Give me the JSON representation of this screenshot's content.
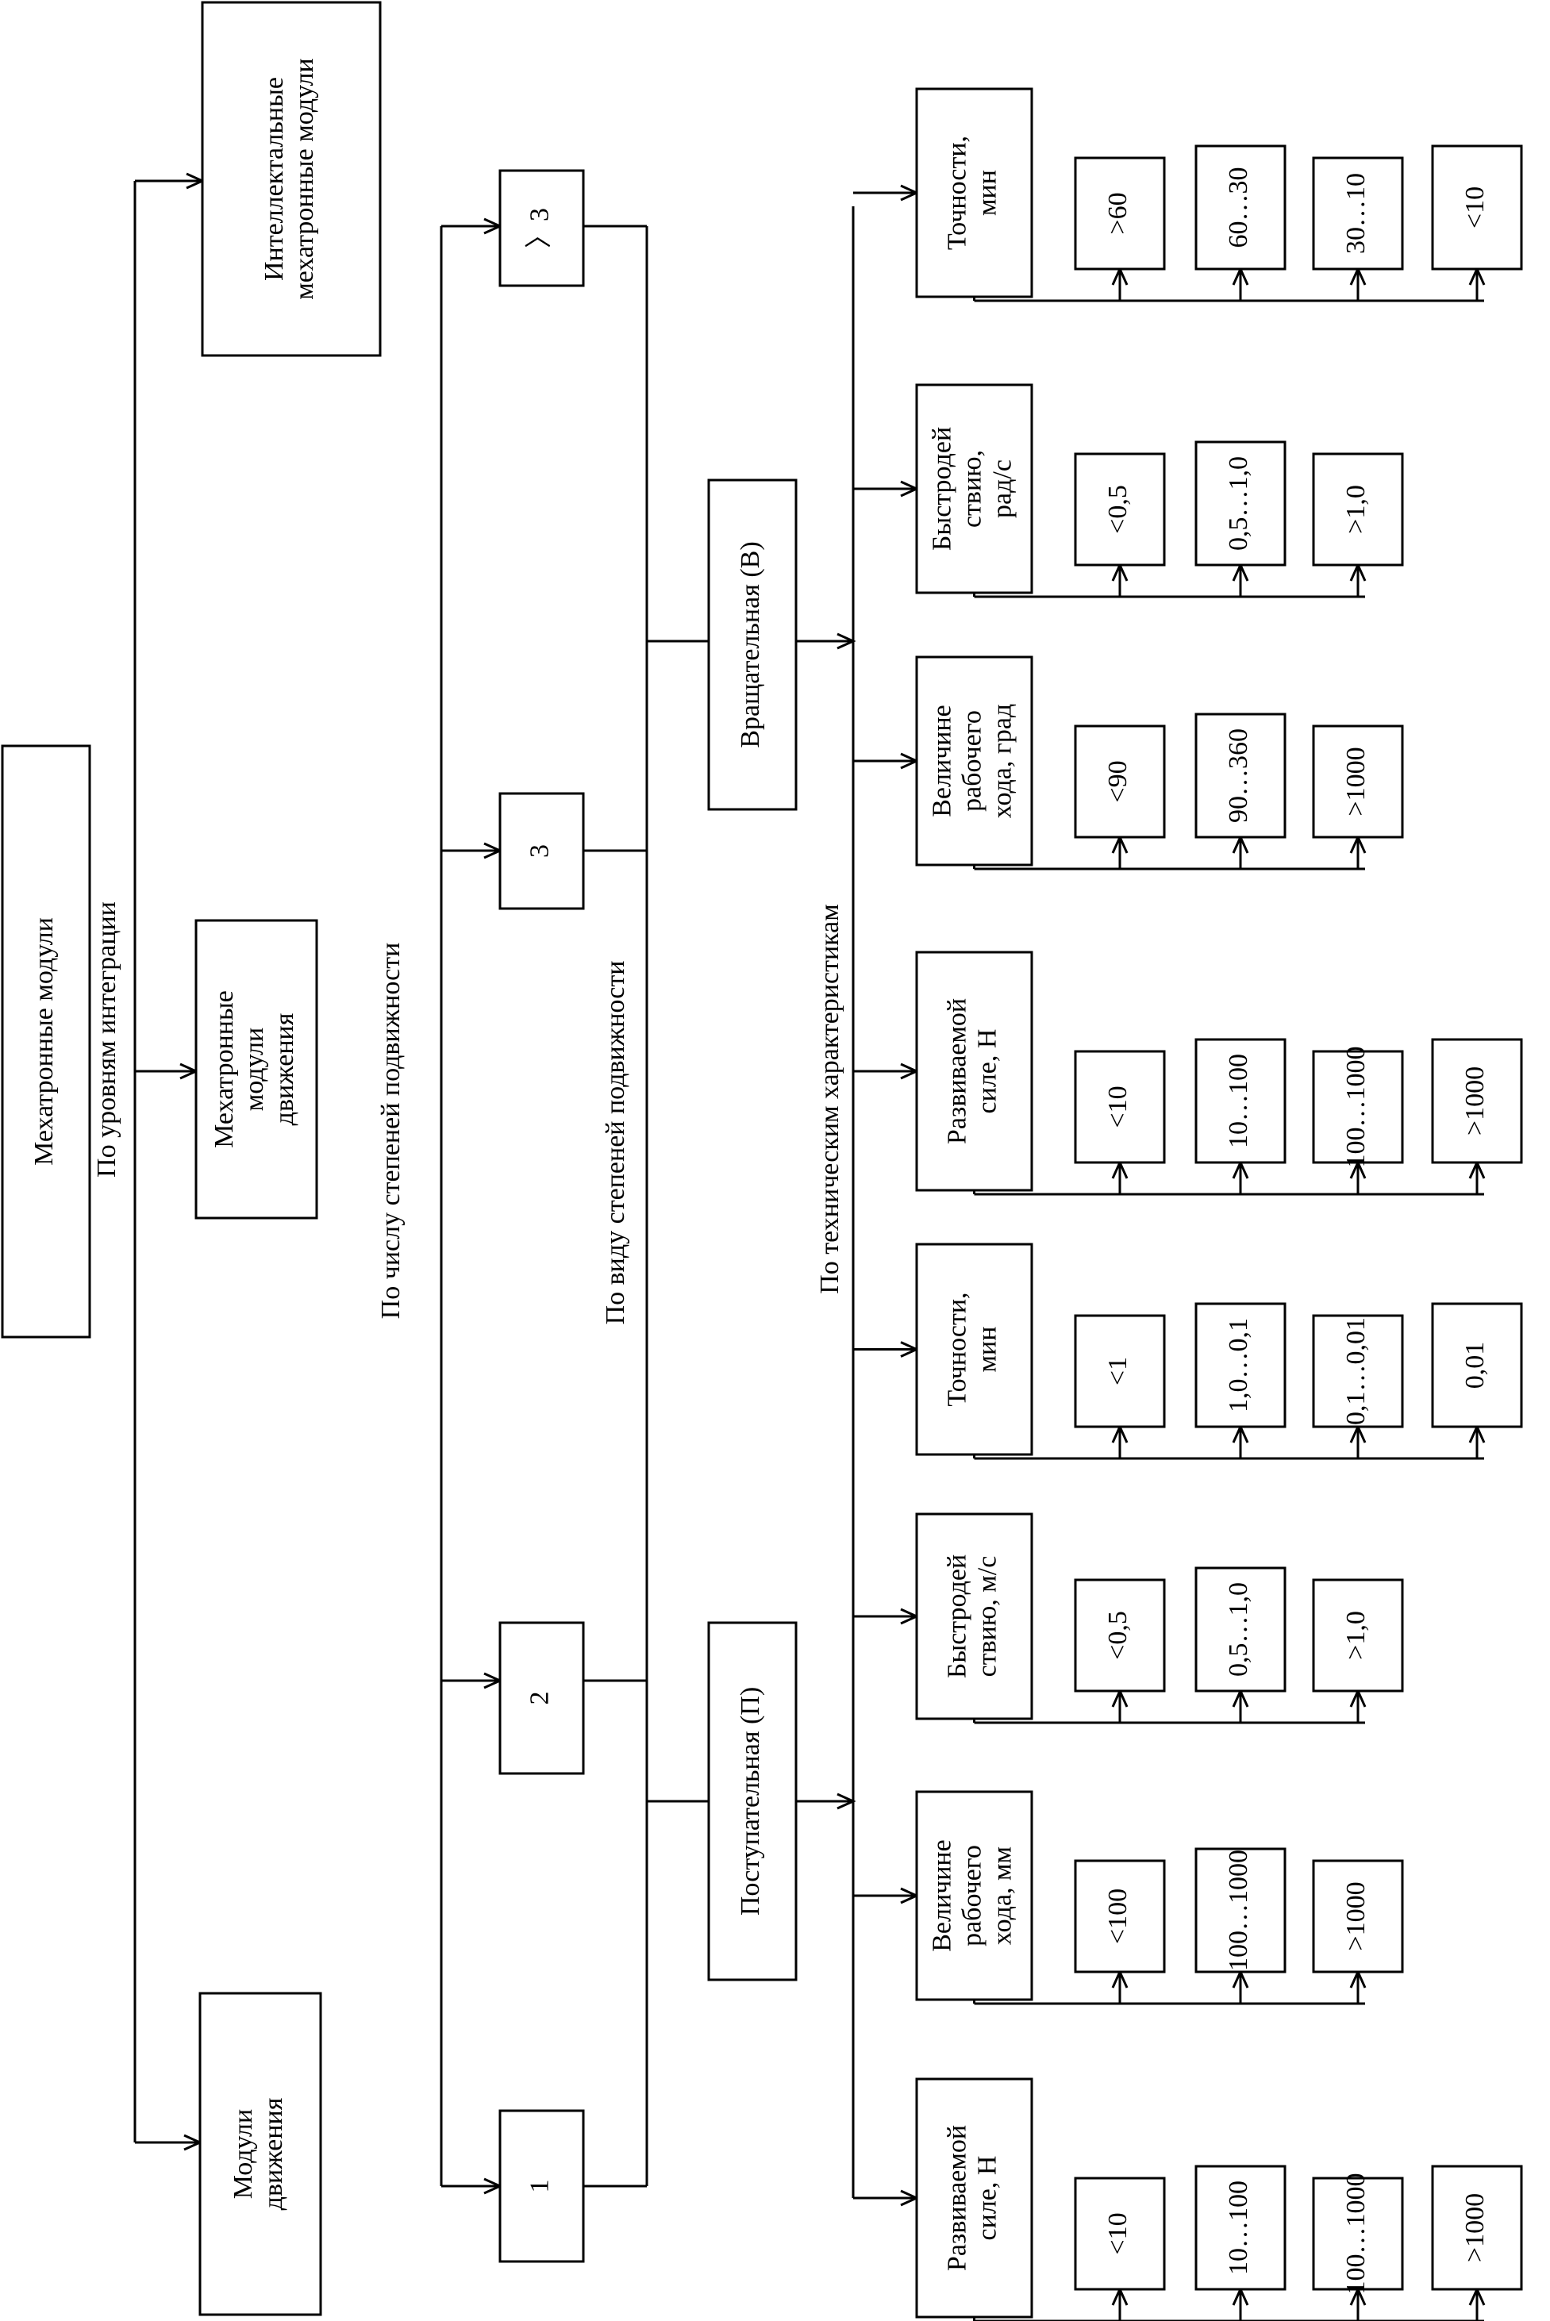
{
  "diagram": {
    "root": "Мехатронные модули",
    "branch_labels": {
      "integration": "По уровням интеграции",
      "dof_count": "По числу степеней подвижности",
      "dof_kind": "По виду степеней подвижности",
      "tech": "По техническим характеристикам"
    },
    "integration_levels": [
      "Модули движения",
      "Мехатронные модули движения",
      "Интеллектальные мехатронные модули"
    ],
    "dof_counts": [
      "1",
      "2",
      "3",
      "〉3"
    ],
    "dof_kinds": [
      "Поступательная (П)",
      "Вращательная (В)"
    ],
    "translational": [
      {
        "title": "Развиваемой силе, Н",
        "values": [
          "<10",
          "10…100",
          "100…1000",
          ">1000"
        ]
      },
      {
        "title": "Величине рабочего хода, мм",
        "values": [
          "<100",
          "100…1000",
          ">1000"
        ]
      },
      {
        "title": "Быстродей ствию, м/с",
        "values": [
          "<0,5",
          "0,5…1,0",
          ">1,0"
        ]
      },
      {
        "title": "Точности, мин",
        "values": [
          "<1",
          "1,0…0,1",
          "0,1…0,01",
          "0,01"
        ]
      }
    ],
    "rotational": [
      {
        "title": "Развиваемой силе, Н",
        "values": [
          "<10",
          "10…100",
          "100…1000",
          ">1000"
        ]
      },
      {
        "title": "Величине рабочего хода, град",
        "values": [
          "<90",
          "90…360",
          ">1000"
        ]
      },
      {
        "title": "Быстродей ствию, рад/с",
        "values": [
          "<0,5",
          "0,5…1,0",
          ">1,0"
        ]
      },
      {
        "title": "Точности, мин",
        "values": [
          ">60",
          "60…30",
          "30…10",
          "<10"
        ]
      }
    ]
  }
}
